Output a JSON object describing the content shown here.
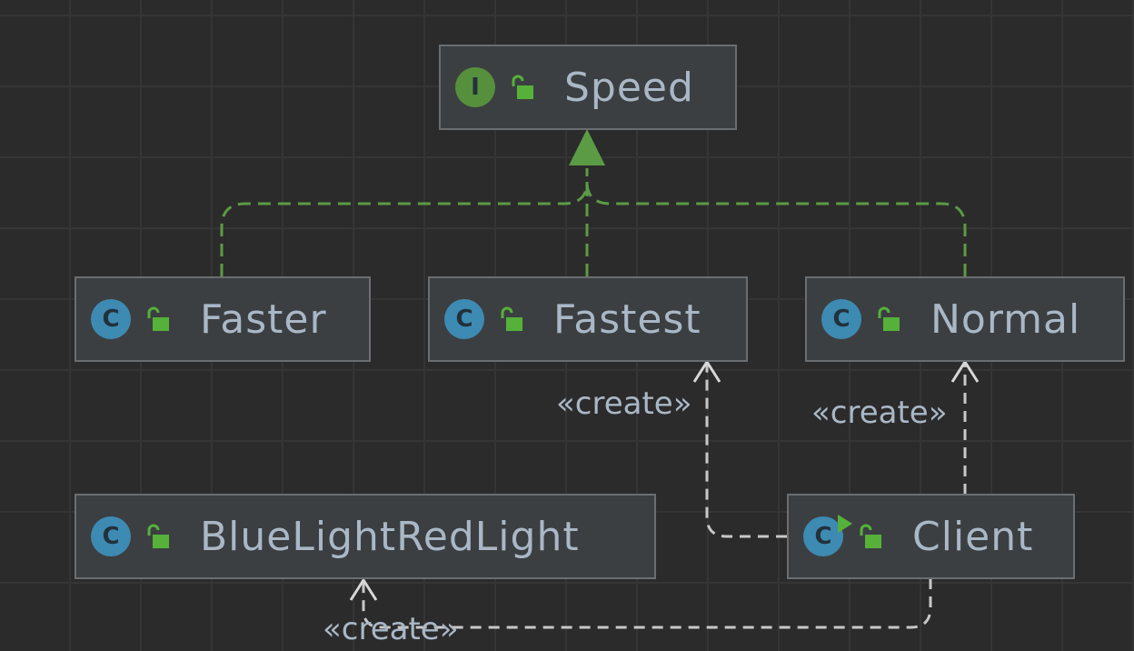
{
  "nodes": {
    "speed": {
      "name": "Speed",
      "kind": "interface",
      "badge": "I"
    },
    "faster": {
      "name": "Faster",
      "kind": "class",
      "badge": "C"
    },
    "fastest": {
      "name": "Fastest",
      "kind": "class",
      "badge": "C"
    },
    "normal": {
      "name": "Normal",
      "kind": "class",
      "badge": "C"
    },
    "bluelight": {
      "name": "BlueLightRedLight",
      "kind": "class",
      "badge": "C"
    },
    "client": {
      "name": "Client",
      "kind": "class",
      "badge": "C",
      "runnable": true
    }
  },
  "relations": {
    "realization": [
      "Faster → Speed",
      "Fastest → Speed",
      "Normal → Speed"
    ],
    "create_fastest": "«create»",
    "create_normal": "«create»",
    "create_bluelight": "«create»"
  },
  "colors": {
    "background": "#2b2b2b",
    "node_fill": "#3c3f41",
    "node_border": "#6b6e70",
    "text": "#a9b7c6",
    "class_badge": "#3d8ab3",
    "interface_badge": "#56903c",
    "realization_line": "#5b9b45",
    "dependency_line": "#c8c8c8"
  }
}
